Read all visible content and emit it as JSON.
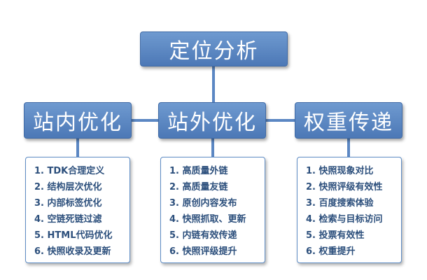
{
  "root": {
    "label": "定位分析"
  },
  "branches": [
    {
      "label": "站内优化",
      "items": [
        "1. TDK合理定义",
        "2. 结构层次优化",
        "3. 内部标签优化",
        "4. 空链死链过滤",
        "5. HTML代码优化",
        "6. 快照收录及更新"
      ]
    },
    {
      "label": "站外优化",
      "items": [
        "1. 高质量外链",
        "2. 高质量友链",
        "3. 原创内容发布",
        "4. 快照抓取、更新",
        "5. 内链有效传递",
        "6. 快照评级提升"
      ]
    },
    {
      "label": "权重传递",
      "items": [
        "1. 快照现象对比",
        "2. 快照评级有效性",
        "3. 百度搜索体验",
        "4. 检索与目标访问",
        "5. 投票有效性",
        "6. 权重提升"
      ]
    }
  ],
  "colors": {
    "node_fill": "#5b87c3",
    "connector": "#5b87c3",
    "list_text": "#2c4f7c"
  }
}
